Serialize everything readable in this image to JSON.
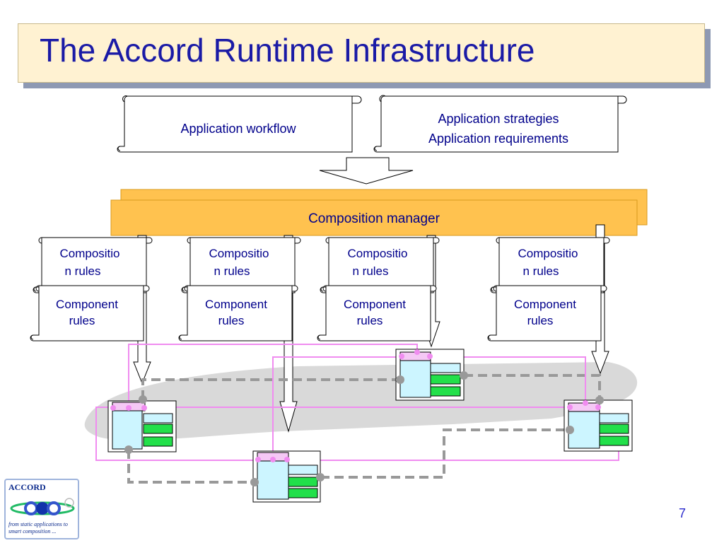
{
  "slide": {
    "title": "The Accord Runtime Infrastructure",
    "number": "7"
  },
  "scrolls": {
    "workflow": [
      "Application workflow"
    ],
    "strategies": [
      "Application strategies",
      "Application requirements"
    ]
  },
  "manager": {
    "label": "Composition manager"
  },
  "rule_columns": [
    {
      "composition": [
        "Compositio",
        "n  rules"
      ],
      "component": [
        "Component",
        "rules"
      ]
    },
    {
      "composition": [
        "Compositio",
        "n  rules"
      ],
      "component": [
        "Component",
        "rules"
      ]
    },
    {
      "composition": [
        "Compositio",
        "n  rules"
      ],
      "component": [
        "Component",
        "rules"
      ]
    },
    {
      "composition": [
        "Compositio",
        "n  rules"
      ],
      "component": [
        "Component",
        "rules"
      ]
    }
  ],
  "logo": {
    "name": "ACCORD",
    "tagline_lines": [
      "from static applications to",
      "smart composition ..."
    ]
  },
  "colors": {
    "title_text": "#1a1aa6",
    "title_background": "#fff2d2",
    "manager_fill": "#ffc24f",
    "body_text": "#00008b",
    "component_fill": "#ccf5ff",
    "port_green": "#22e04a",
    "link_pink": "#f08cf0",
    "dashed_gray": "#999999"
  }
}
